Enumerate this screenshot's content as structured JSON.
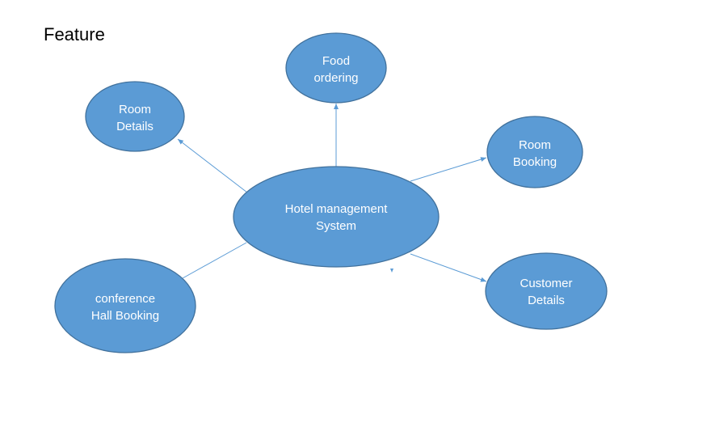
{
  "title": "Feature",
  "colors": {
    "node_fill": "#5b9bd5",
    "node_stroke": "#41719c",
    "node_text": "#ffffff",
    "connector": "#5b9bd5"
  },
  "nodes": {
    "center": {
      "line1": "Hotel management",
      "line2": "System"
    },
    "food_ordering": {
      "line1": "Food",
      "line2": "ordering"
    },
    "room_details": {
      "line1": "Room",
      "line2": "Details"
    },
    "room_booking": {
      "line1": "Room",
      "line2": "Booking"
    },
    "customer_details": {
      "line1": "Customer",
      "line2": "Details"
    },
    "conference_hall": {
      "line1": "conference",
      "line2": "Hall Booking"
    }
  }
}
